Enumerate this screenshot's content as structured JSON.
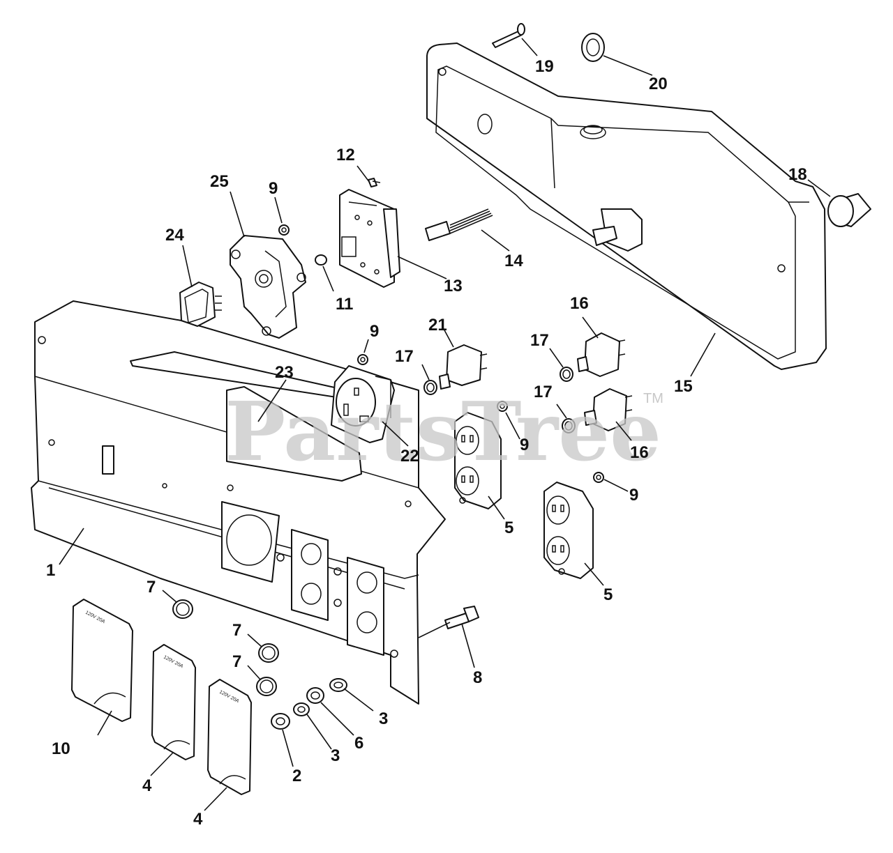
{
  "watermark": {
    "text": "PartsTree",
    "trademark": "TM"
  },
  "cover_label": "120V 20A",
  "callouts": [
    {
      "id": "c1",
      "text": "1"
    },
    {
      "id": "c2",
      "text": "2"
    },
    {
      "id": "c3a",
      "text": "3"
    },
    {
      "id": "c3b",
      "text": "3"
    },
    {
      "id": "c4a",
      "text": "4"
    },
    {
      "id": "c4b",
      "text": "4"
    },
    {
      "id": "c5a",
      "text": "5"
    },
    {
      "id": "c5b",
      "text": "5"
    },
    {
      "id": "c6",
      "text": "6"
    },
    {
      "id": "c7a",
      "text": "7"
    },
    {
      "id": "c7b",
      "text": "7"
    },
    {
      "id": "c7c",
      "text": "7"
    },
    {
      "id": "c8",
      "text": "8"
    },
    {
      "id": "c9a",
      "text": "9"
    },
    {
      "id": "c9b",
      "text": "9"
    },
    {
      "id": "c9c",
      "text": "9"
    },
    {
      "id": "c9d",
      "text": "9"
    },
    {
      "id": "c10",
      "text": "10"
    },
    {
      "id": "c11",
      "text": "11"
    },
    {
      "id": "c12",
      "text": "12"
    },
    {
      "id": "c13",
      "text": "13"
    },
    {
      "id": "c14",
      "text": "14"
    },
    {
      "id": "c15",
      "text": "15"
    },
    {
      "id": "c16a",
      "text": "16"
    },
    {
      "id": "c16b",
      "text": "16"
    },
    {
      "id": "c17a",
      "text": "17"
    },
    {
      "id": "c17b",
      "text": "17"
    },
    {
      "id": "c17c",
      "text": "17"
    },
    {
      "id": "c18",
      "text": "18"
    },
    {
      "id": "c19",
      "text": "19"
    },
    {
      "id": "c20",
      "text": "20"
    },
    {
      "id": "c21",
      "text": "21"
    },
    {
      "id": "c22",
      "text": "22"
    },
    {
      "id": "c23",
      "text": "23"
    },
    {
      "id": "c24",
      "text": "24"
    },
    {
      "id": "c25",
      "text": "25"
    }
  ]
}
